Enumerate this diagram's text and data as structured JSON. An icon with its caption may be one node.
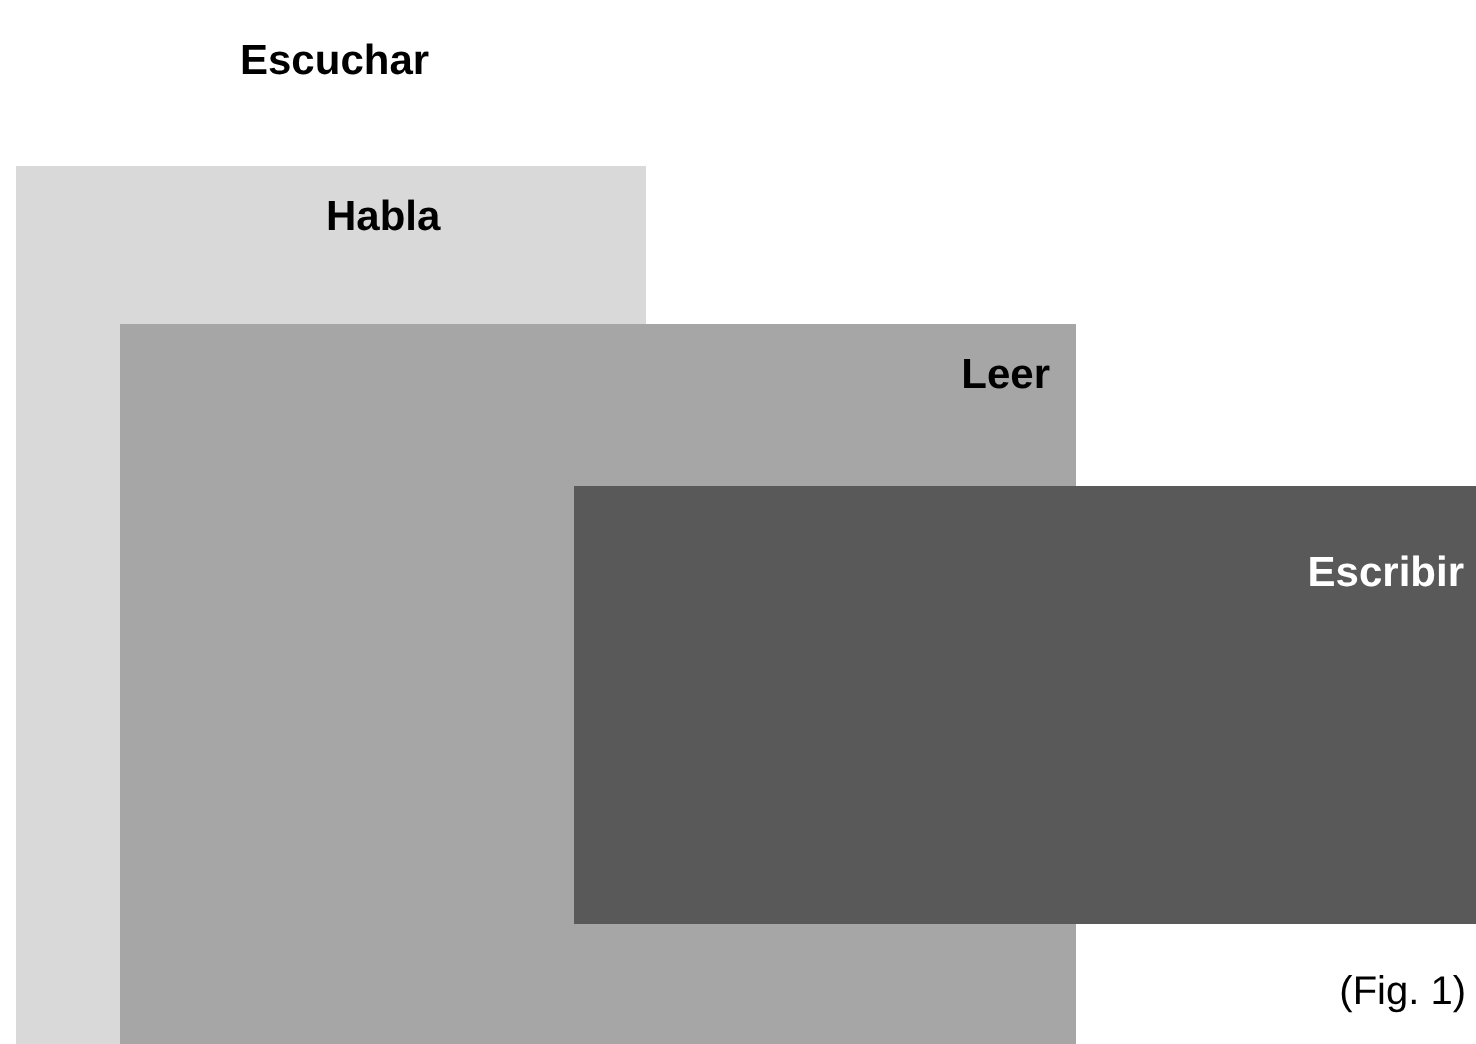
{
  "diagram": {
    "caption": "(Fig. 1)",
    "nodes": [
      {
        "text": [
          "Habla"
        ]
      },
      {
        "text": [
          "Leer"
        ]
      },
      {
        "text": [
          "Escribir"
        ]
      }
    ],
    "labels": [
      "Escuchar"
    ]
  }
}
